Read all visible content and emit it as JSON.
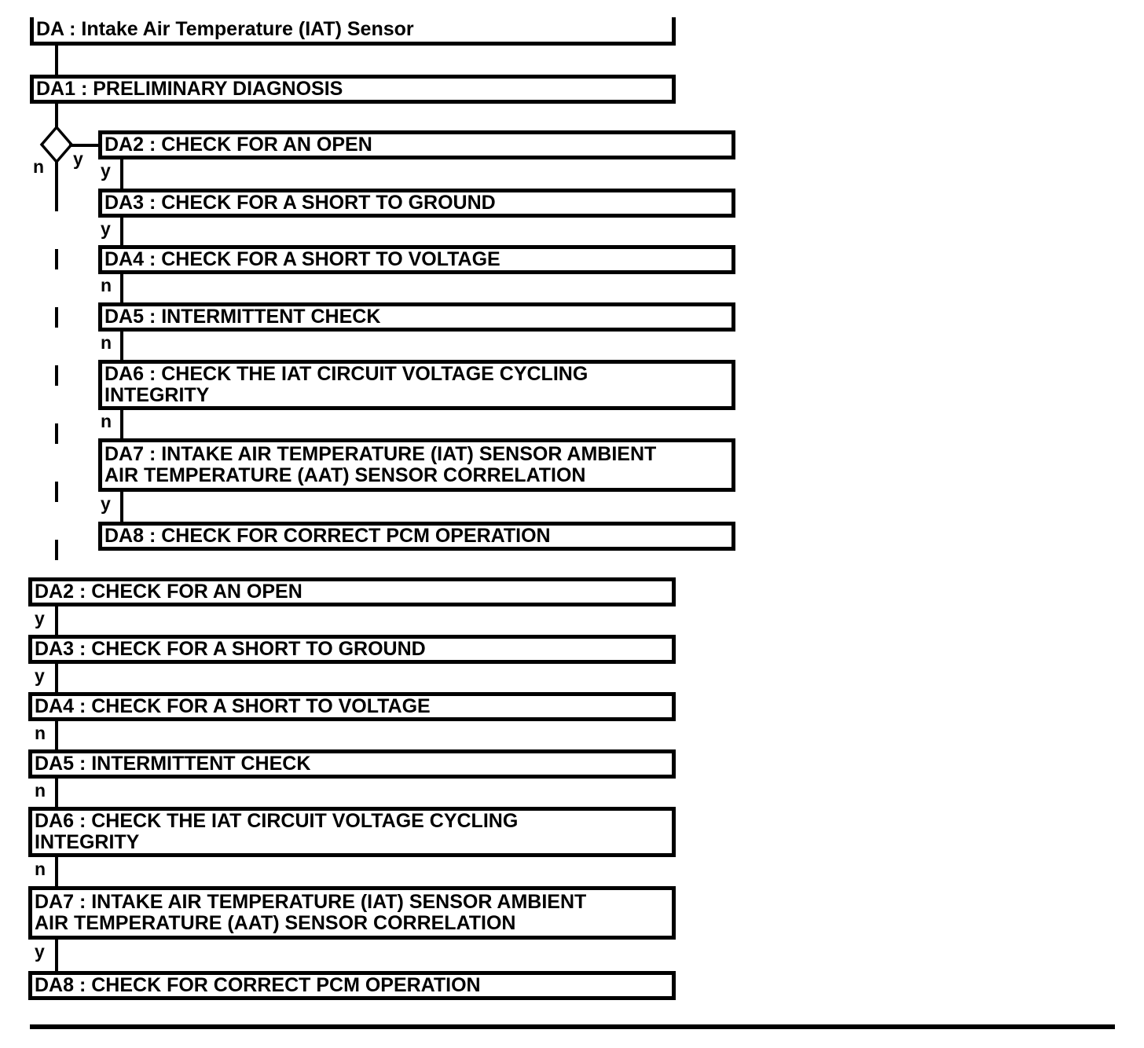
{
  "header": {
    "title": "DA : Intake Air Temperature (IAT) Sensor"
  },
  "diagram": {
    "root": {
      "label": "DA1 : PRELIMINARY DIAGNOSIS"
    },
    "decision": {
      "yes": "y",
      "no": "n"
    },
    "branch_chain": {
      "steps": [
        {
          "label": "DA2 : CHECK FOR AN OPEN",
          "exit": "y"
        },
        {
          "label": "DA3 : CHECK FOR A SHORT TO GROUND",
          "exit": "y"
        },
        {
          "label": "DA4 : CHECK FOR A SHORT TO VOLTAGE",
          "exit": "n"
        },
        {
          "label": "DA5 : INTERMITTENT CHECK",
          "exit": "n"
        },
        {
          "label": "DA6 : CHECK THE IAT CIRCUIT VOLTAGE CYCLING\nINTEGRITY",
          "exit": "n"
        },
        {
          "label": "DA7 : INTAKE AIR TEMPERATURE (IAT) SENSOR AMBIENT\nAIR TEMPERATURE (AAT) SENSOR CORRELATION",
          "exit": "y"
        },
        {
          "label": "DA8 : CHECK FOR CORRECT PCM OPERATION",
          "exit": ""
        }
      ]
    },
    "main_chain": {
      "steps": [
        {
          "label": "DA2 : CHECK FOR AN OPEN",
          "exit": "y"
        },
        {
          "label": "DA3 : CHECK FOR A SHORT TO GROUND",
          "exit": "y"
        },
        {
          "label": "DA4 : CHECK FOR A SHORT TO VOLTAGE",
          "exit": "n"
        },
        {
          "label": "DA5 : INTERMITTENT CHECK",
          "exit": "n"
        },
        {
          "label": "DA6 : CHECK THE IAT CIRCUIT VOLTAGE CYCLING\nINTEGRITY",
          "exit": "n"
        },
        {
          "label": "DA7 : INTAKE AIR TEMPERATURE (IAT) SENSOR AMBIENT\nAIR TEMPERATURE (AAT) SENSOR CORRELATION",
          "exit": "y"
        },
        {
          "label": "DA8 : CHECK FOR CORRECT PCM OPERATION",
          "exit": ""
        }
      ]
    }
  }
}
